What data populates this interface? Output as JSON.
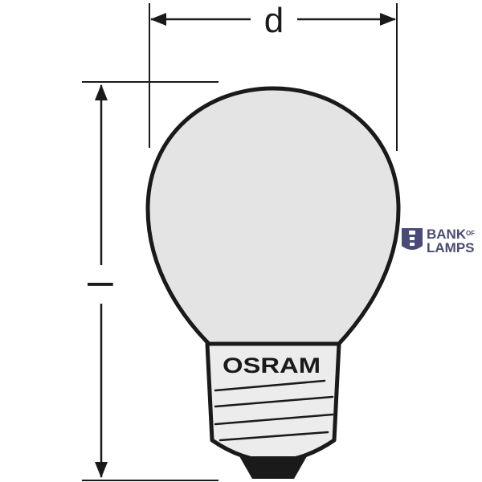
{
  "diagram": {
    "dimension_width_label": "d",
    "dimension_height_label": "l",
    "base_brand": "OSRAM"
  },
  "watermark": {
    "line1": "BANK",
    "line1_small": "OF",
    "line2": "LAMPS"
  },
  "colors": {
    "outline": "#1a1a1a",
    "bulb_fill": "#e4e4e4",
    "base_fill": "#ececec",
    "watermark": "#4a4a78"
  }
}
